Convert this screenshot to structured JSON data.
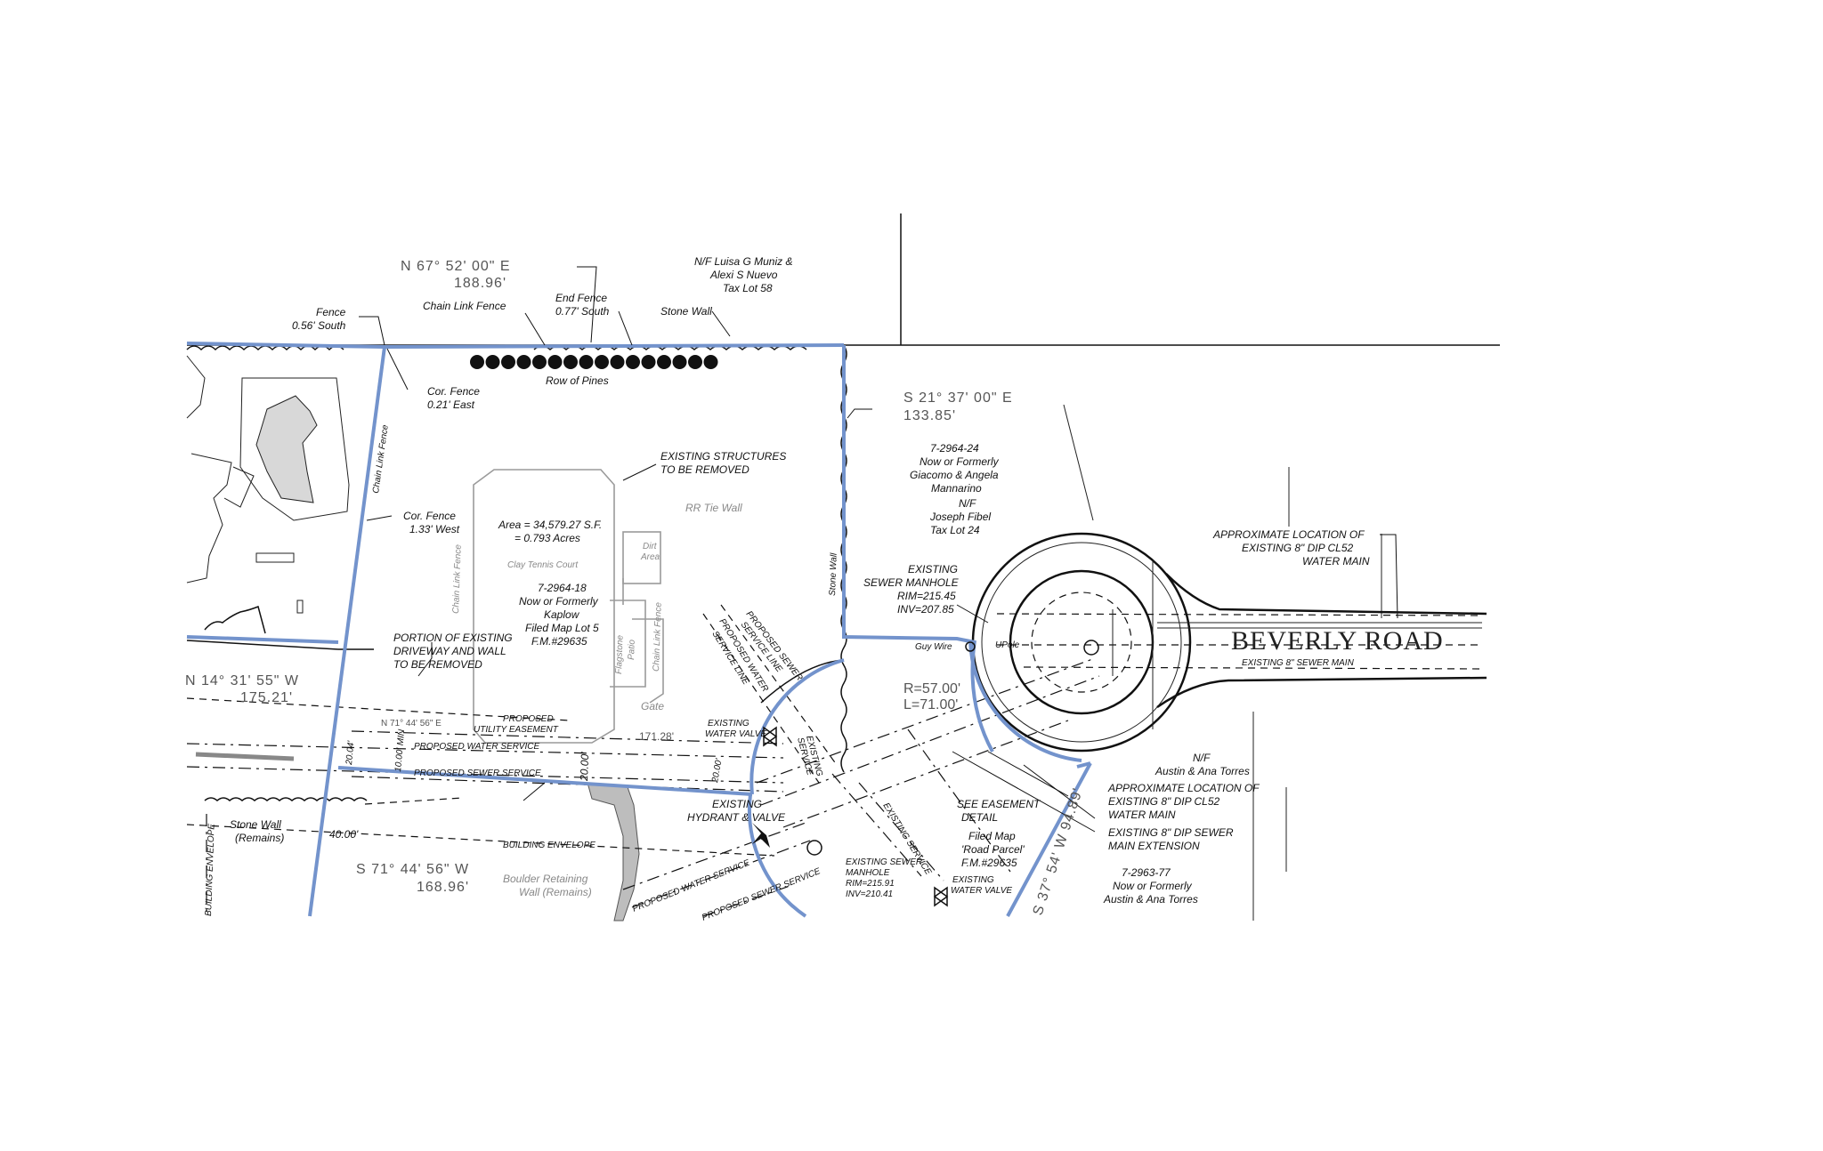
{
  "road": {
    "name": "BEVERLY ROAD",
    "main": "EXISTING 8\" SEWER MAIN"
  },
  "bearings": {
    "north_bearing": "N 67° 52' 00\" E",
    "north_dist": "188.96'",
    "east_bearing": "S 21° 37' 00\" E",
    "east_dist": "133.85'",
    "west_bearing": "N 14° 31' 55\" W",
    "west_dist": "175.21'",
    "south_bearing": "S 71° 44' 56\" W",
    "south_dist": "168.96'",
    "inner_bearing": "N 71° 44' 56\" E",
    "inner_dist": "171.28'",
    "curve_r": "R=57.00'",
    "curve_l": "L=71.00'",
    "se_bearing": "S 37° 54' W 94.89'"
  },
  "neighbors": {
    "north": [
      "N/F Luisa G Muniz &",
      "Alexi S Nuevo",
      "Tax Lot 58"
    ],
    "east": [
      "7-2964-24",
      "Now or Formerly",
      "Giacomo & Angela",
      "Mannarino",
      "N/F",
      "Joseph Fibel",
      "Tax Lot 24"
    ],
    "south_a": [
      "N/F",
      "Austin & Ana Torres"
    ],
    "south_b": [
      "7-2963-77",
      "Now or Formerly",
      "Austin & Ana Torres"
    ]
  },
  "lot": {
    "area": [
      "Area = 34,579.27 S.F.",
      "= 0.793 Acres"
    ],
    "id": [
      "7-2964-18",
      "Now or Formerly",
      "Kaplow",
      "Filed Map Lot 5",
      "F.M.#29635"
    ],
    "court": "Clay Tennis Court"
  },
  "labels": {
    "fence": [
      "Fence",
      "0.56' South"
    ],
    "chain_link_fence": "Chain Link Fence",
    "end_fence": [
      "End Fence",
      "0.77' South"
    ],
    "stone_wall_top": "Stone Wall",
    "cor_fence_east": [
      "Cor. Fence",
      "0.21' East"
    ],
    "row_of_pines": "Row of Pines",
    "existing_structures": [
      "EXISTING STRUCTURES",
      "TO BE REMOVED"
    ],
    "rr_tie_wall": "RR Tie Wall",
    "dirt_area": [
      "Dirt",
      "Area"
    ],
    "cor_fence_west": [
      "Cor. Fence",
      "1.33' West"
    ],
    "chain_link_vertical": "Chain Link Fence",
    "chain_link_inner": "Chain Link Fence",
    "chain_link_patio": "Chain Link Fence",
    "flagstone_patio": [
      "Flagstone",
      "Patio"
    ],
    "gate": "Gate",
    "stone_wall_vertical": "Stone Wall",
    "portion_driveway": [
      "PORTION OF EXISTING",
      "DRIVEWAY AND WALL",
      "TO BE REMOVED"
    ],
    "proposed_utility": [
      "PROPOSED",
      "UTILITY EASEMENT"
    ],
    "proposed_water_service": "PROPOSED WATER SERVICE",
    "proposed_sewer_service": "PROPOSED SEWER SERVICE",
    "width_label": "20.00'",
    "width_left": "20.04'",
    "min_label": "10.00' MIN",
    "existing_water_valve": [
      "EXISTING",
      "WATER VALVE"
    ],
    "proposed_sewer_line": [
      "PROPOSED SEWER",
      "SERVICE LINE"
    ],
    "proposed_water_line": [
      "PROPOSED WATER",
      "SERVICE LINE"
    ],
    "existing_service": [
      "EXISTING",
      "SERVICE"
    ],
    "existing_hydrant": [
      "EXISTING",
      "HYDRANT & VALVE"
    ],
    "stone_wall_remains": [
      "Stone Wall",
      "(Remains)"
    ],
    "building_envelope_v": "BUILDING ENVELOPE",
    "building_envelope": "BUILDING ENVELOPE",
    "setback": "40.00'",
    "boulder_wall": [
      "Boulder Retaining",
      "Wall (Remains)"
    ],
    "proposed_water_service_lower": "PROPOSED WATER SERVICE",
    "proposed_sewer_service_lower": "PROPOSED SEWER SERVICE",
    "existing_sewer_manhole_top": [
      "EXISTING",
      "SEWER MANHOLE",
      "RIM=215.45",
      "INV=207.85"
    ],
    "guy_wire": "Guy Wire",
    "upole": "UPole",
    "existing_sewer_manhole_bottom": [
      "EXISTING SEWER",
      "MANHOLE",
      "RIM=215.91",
      "INV=210.41"
    ],
    "existing_water_valve_bottom": [
      "EXISTING",
      "WATER VALVE"
    ],
    "existing_service_diag": "EXISTING SERVICE",
    "see_easement": [
      "SEE EASEMENT",
      "DETAIL"
    ],
    "filed_map": [
      "Filed Map",
      "'Road Parcel'",
      "F.M.#29635"
    ],
    "approx_water_top": [
      "APPROXIMATE LOCATION OF",
      "EXISTING 8\" DIP CL52",
      "WATER MAIN"
    ],
    "approx_water_bottom": [
      "APPROXIMATE LOCATION OF",
      "EXISTING 8\" DIP CL52",
      "WATER MAIN"
    ],
    "sewer_extension": [
      "EXISTING 8\" DIP SEWER",
      "MAIN EXTENSION"
    ],
    "small_dim": "20.00'"
  },
  "colors": {
    "boundary": "#7393cc",
    "linework": "#111111",
    "structure": "#9a9a9a"
  }
}
